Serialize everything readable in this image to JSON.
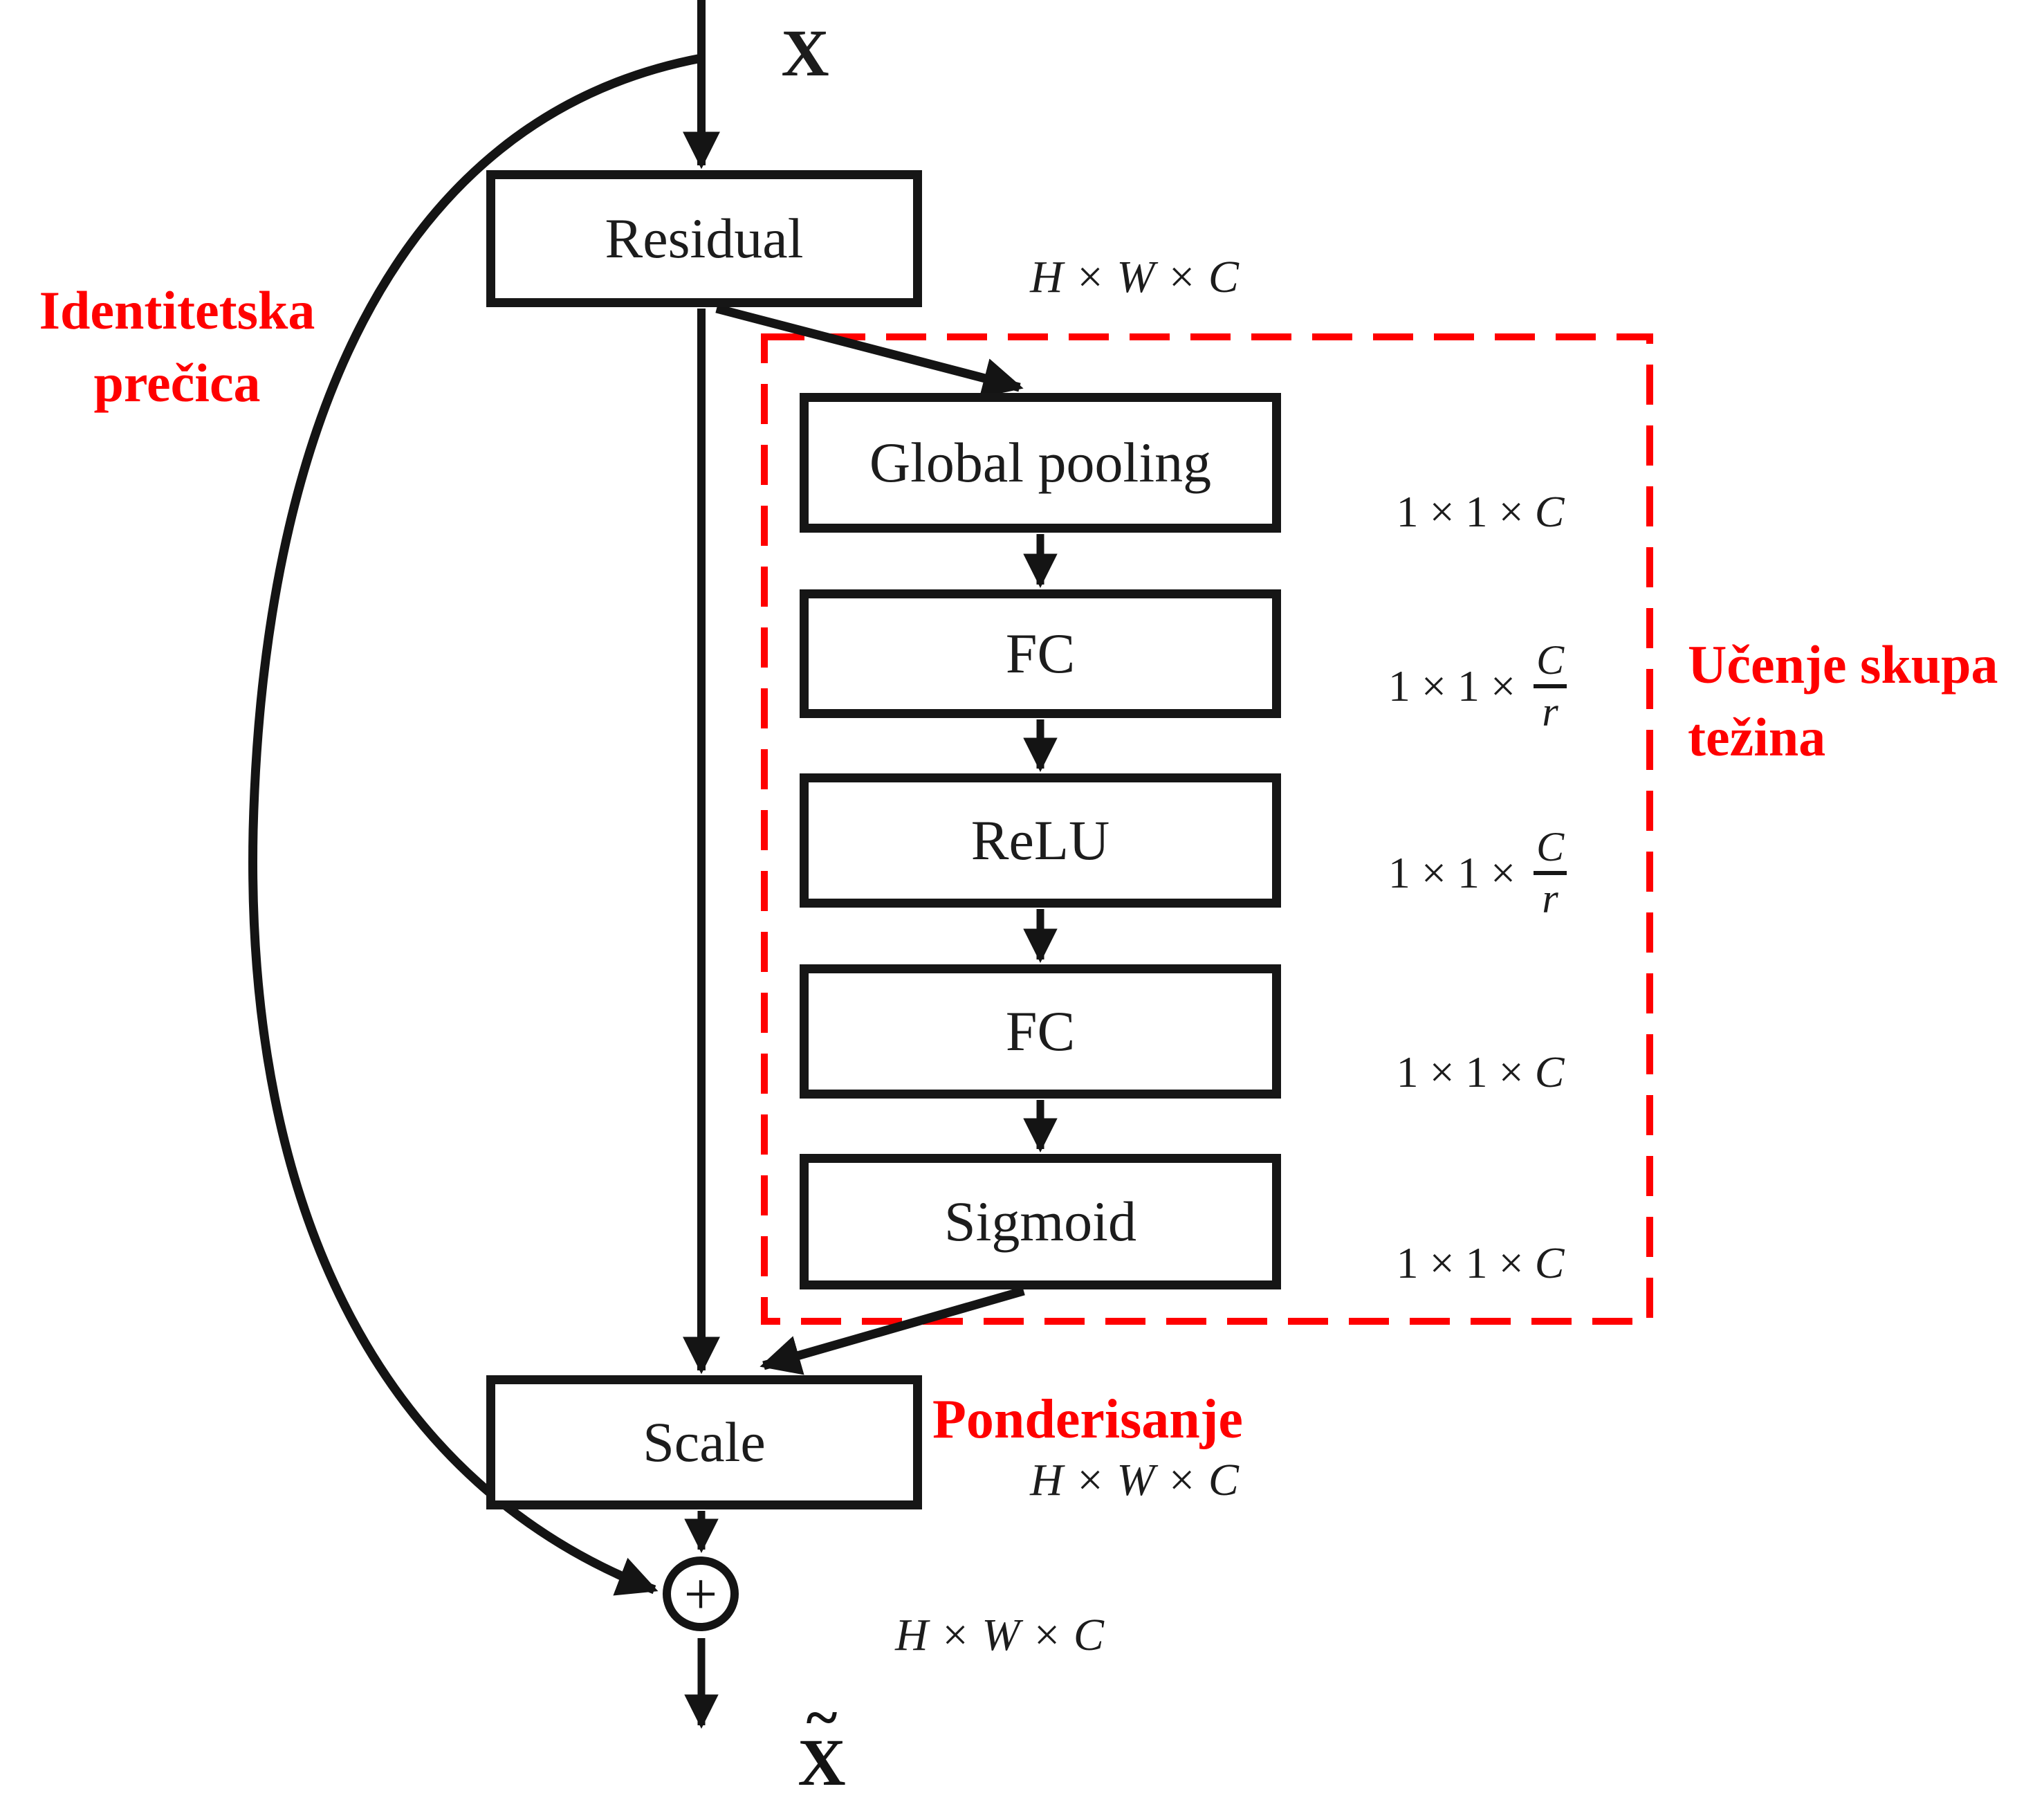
{
  "labels": {
    "input": "X",
    "output": "X",
    "output_tilde": "~",
    "residual": "Residual",
    "scale": "Scale",
    "sum_symbol": "+"
  },
  "se_blocks": [
    {
      "label": "Global pooling",
      "dim": {
        "prefix": "1 × 1 ×",
        "var": "C"
      }
    },
    {
      "label": "FC",
      "dim": {
        "prefix": "1 × 1 ×",
        "num": "C",
        "den": "r"
      }
    },
    {
      "label": "ReLU",
      "dim": {
        "prefix": "1 × 1 ×",
        "num": "C",
        "den": "r"
      }
    },
    {
      "label": "FC",
      "dim": {
        "prefix": "1 × 1 ×",
        "var": "C"
      }
    },
    {
      "label": "Sigmoid",
      "dim": {
        "prefix": "1 × 1 ×",
        "var": "C"
      }
    }
  ],
  "dims": {
    "residual_out": "H × W × C",
    "scale_out": "H × W × C",
    "sum_out": "H × W × C"
  },
  "annotations": {
    "identity_line1": "Identitetska",
    "identity_line2": "prečica",
    "learning_line1": "Učenje skupa",
    "learning_line2": "težina",
    "weighting": "Ponderisanje"
  },
  "colors": {
    "annotation_red": "#ff0000",
    "ink": "#161616"
  }
}
